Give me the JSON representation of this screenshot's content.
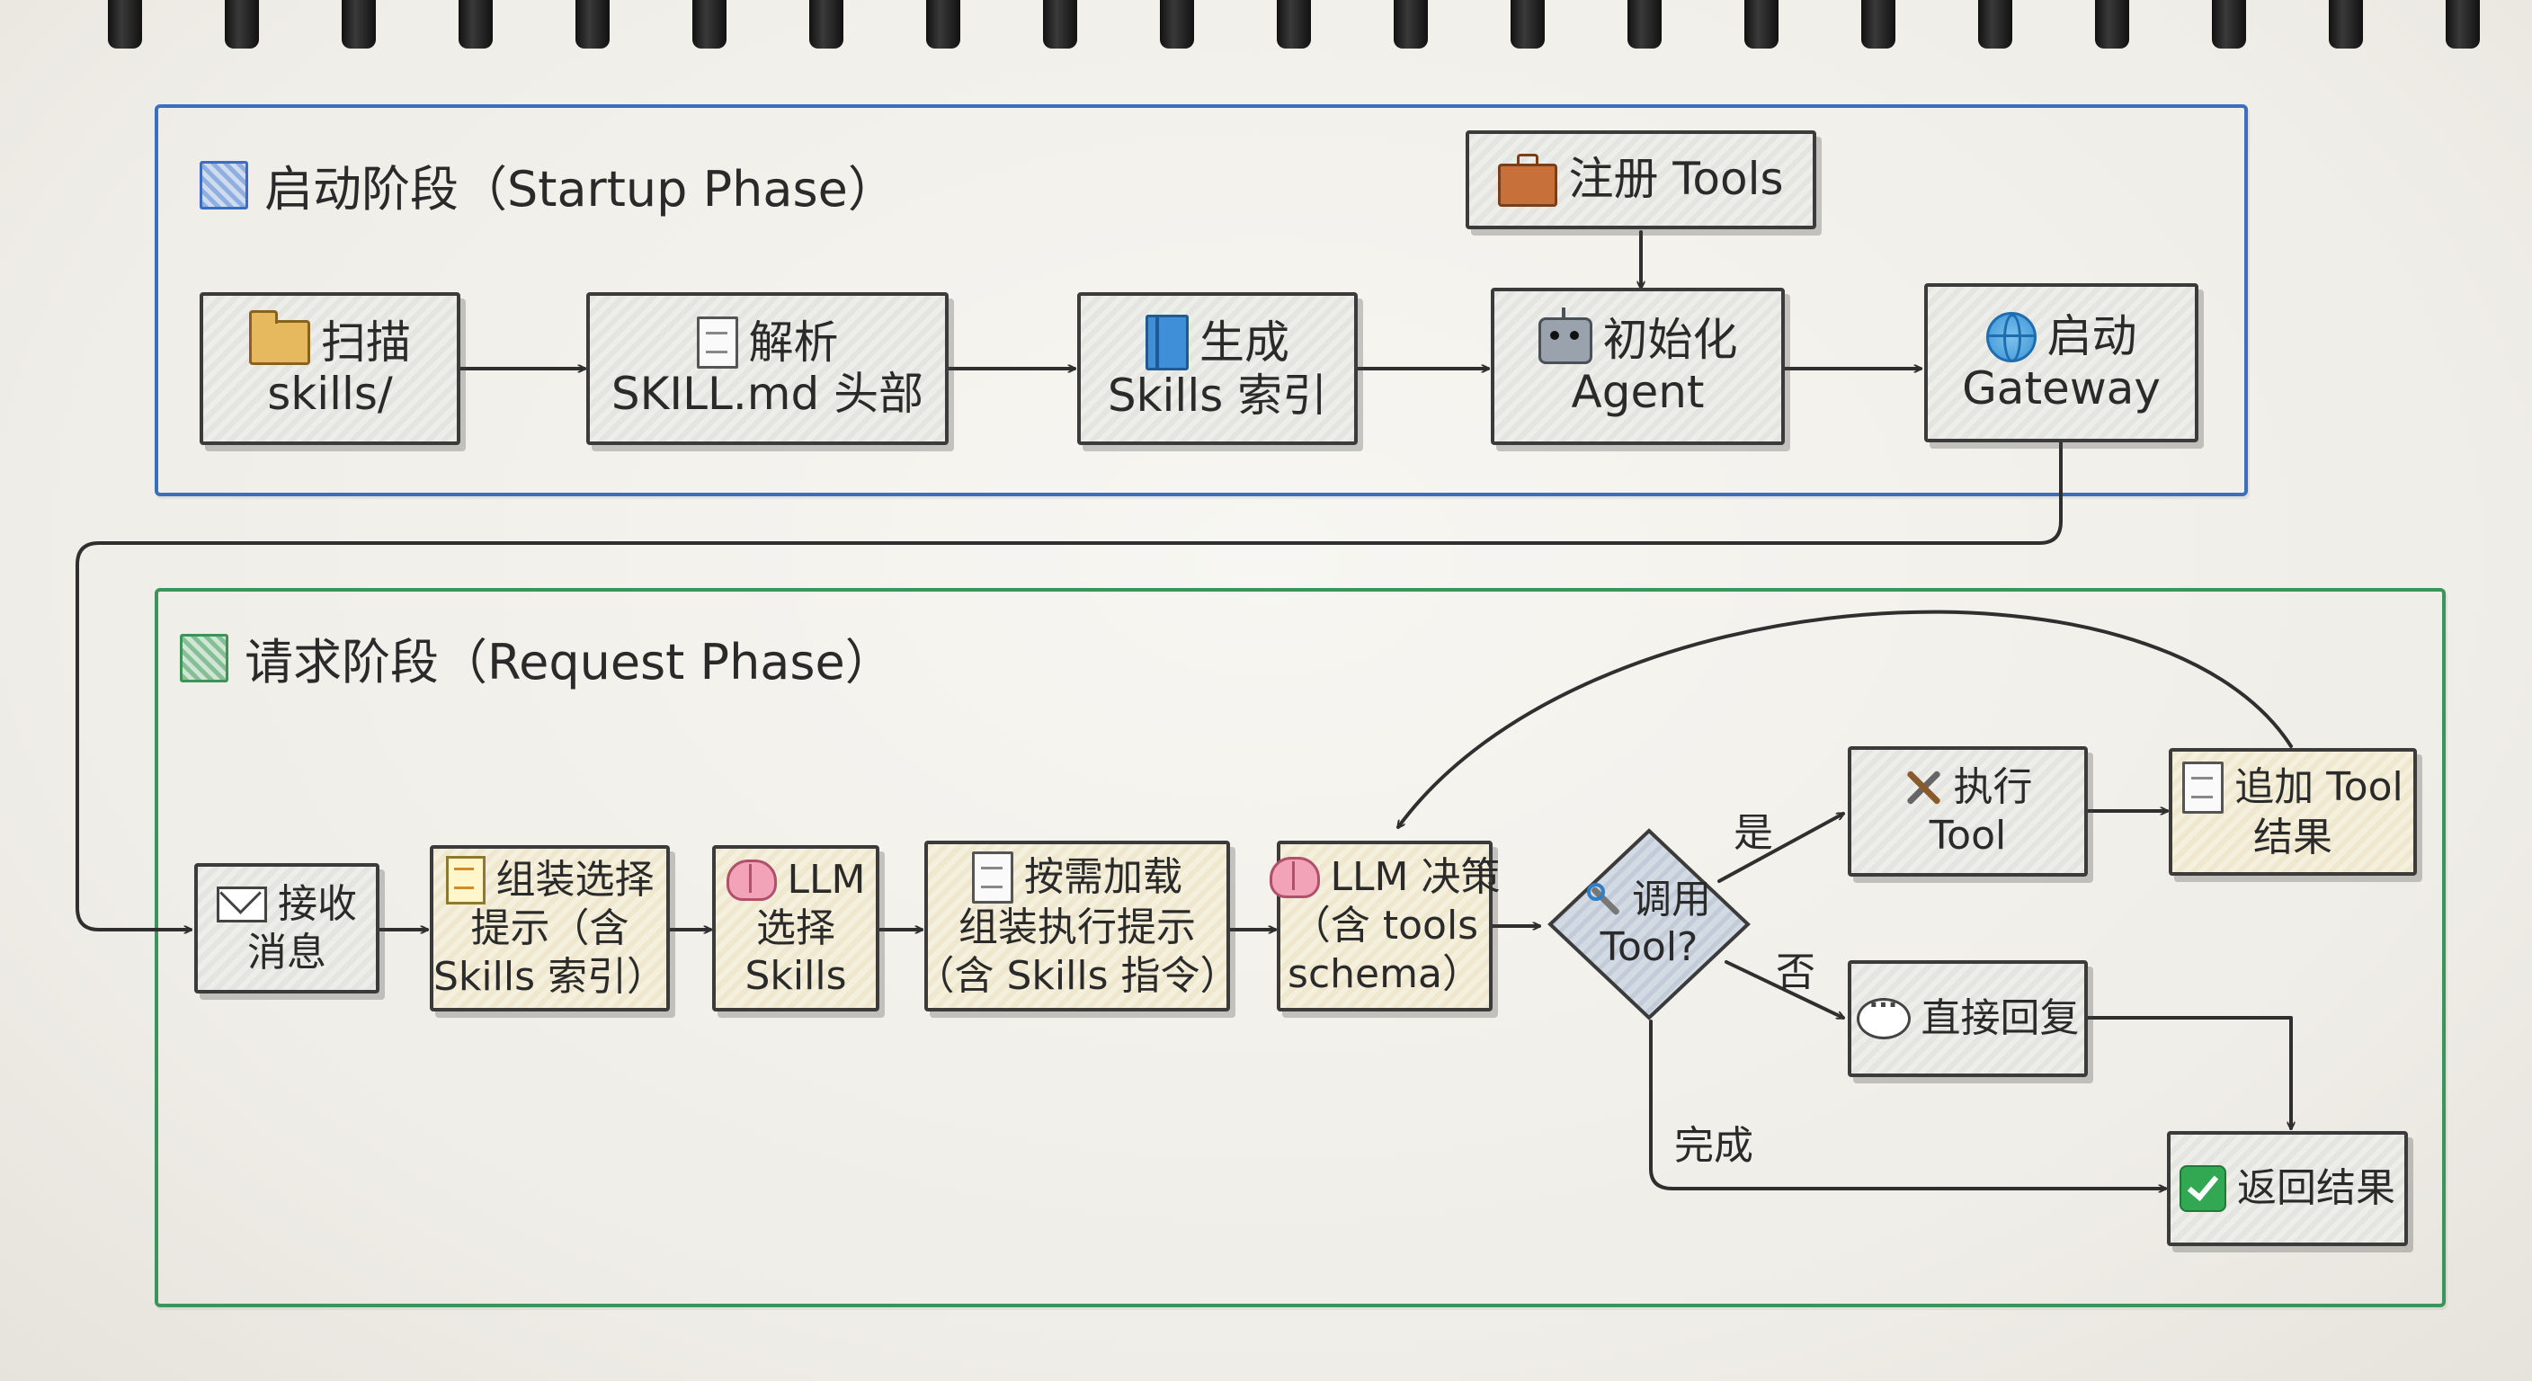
{
  "startup_phase": {
    "title": "启动阶段（Startup Phase）",
    "nodes": {
      "scan": {
        "icon": "folder-icon",
        "lines": [
          "扫描",
          "skills/"
        ]
      },
      "parse": {
        "icon": "document-icon",
        "lines": [
          "解析",
          "SKILL.md 头部"
        ]
      },
      "generate": {
        "icon": "book-icon",
        "lines": [
          "生成",
          "Skills 索引"
        ]
      },
      "register": {
        "icon": "briefcase-icon",
        "lines": [
          "注册 Tools"
        ]
      },
      "init": {
        "icon": "robot-icon",
        "lines": [
          "初始化",
          "Agent"
        ]
      },
      "gateway": {
        "icon": "globe-icon",
        "lines": [
          "启动",
          "Gateway"
        ]
      }
    }
  },
  "request_phase": {
    "title": "请求阶段（Request Phase）",
    "nodes": {
      "receive": {
        "icon": "envelope-icon",
        "lines": [
          "接收",
          "消息"
        ]
      },
      "assemble": {
        "icon": "memo-icon",
        "lines": [
          "组装选择",
          "提示（含",
          "Skills 索引）"
        ]
      },
      "select": {
        "icon": "brain-icon",
        "lines": [
          "LLM",
          "选择",
          "Skills"
        ]
      },
      "load": {
        "icon": "document-icon",
        "lines": [
          "按需加载",
          "组装执行提示",
          "（含 Skills 指令）"
        ]
      },
      "decide": {
        "icon": "brain-icon",
        "lines": [
          "LLM 决策",
          "（含 tools",
          "schema）"
        ]
      },
      "call_tool": {
        "icon": "wrench-icon",
        "lines": [
          "调用",
          "Tool?"
        ]
      },
      "exec": {
        "icon": "tools-icon",
        "lines": [
          "执行",
          "Tool"
        ]
      },
      "append": {
        "icon": "document-icon",
        "lines": [
          "追加 Tool",
          "结果"
        ]
      },
      "reply": {
        "icon": "speech-bubble-icon",
        "lines": [
          "直接回复"
        ]
      },
      "return": {
        "icon": "check-mark-icon",
        "lines": [
          "返回结果"
        ]
      }
    },
    "edge_labels": {
      "yes": "是",
      "no": "否",
      "done": "完成"
    }
  },
  "colors": {
    "startup_border": "#3a6fc0",
    "request_border": "#3d9459",
    "node_border": "#3b3b3b",
    "wire": "#2f2f2f"
  }
}
